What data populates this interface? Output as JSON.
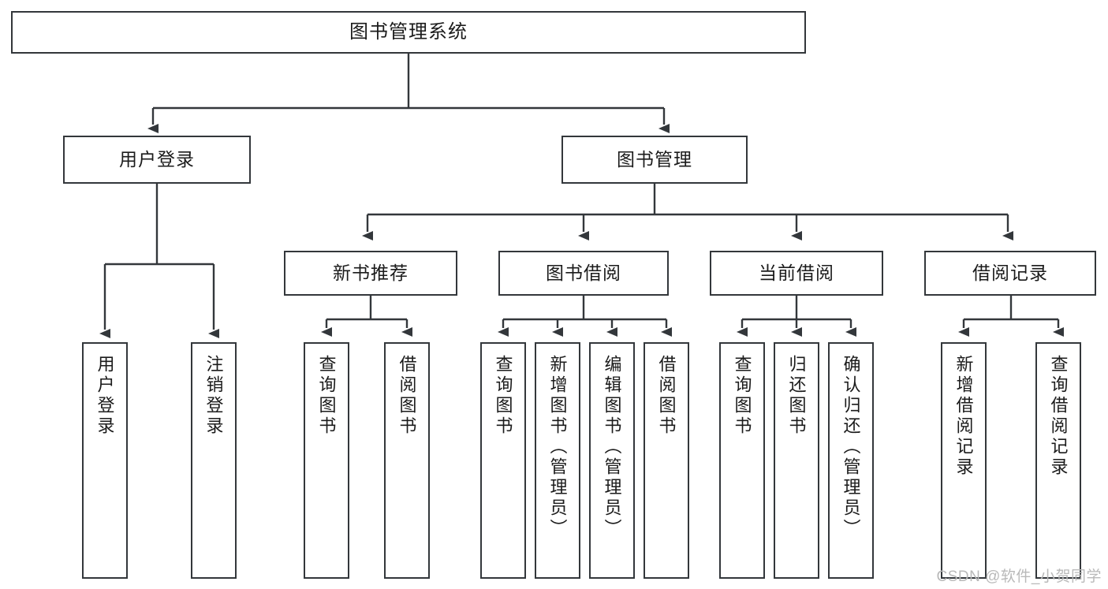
{
  "diagram": {
    "type": "tree",
    "title": "图书管理系统",
    "root": {
      "label": "图书管理系统"
    },
    "level2": [
      {
        "label": "用户登录"
      },
      {
        "label": "图书管理"
      }
    ],
    "level3": [
      {
        "label": "新书推荐"
      },
      {
        "label": "图书借阅"
      },
      {
        "label": "当前借阅"
      },
      {
        "label": "借阅记录"
      }
    ],
    "leaves": {
      "user_login": [
        {
          "label": "用户登录"
        },
        {
          "label": "注销登录"
        }
      ],
      "new_book_recommend": [
        {
          "label": "查询图书"
        },
        {
          "label": "借阅图书"
        }
      ],
      "book_borrow": [
        {
          "label": "查询图书"
        },
        {
          "label": "新增图书（管理员）"
        },
        {
          "label": "编辑图书（管理员）"
        },
        {
          "label": "借阅图书"
        }
      ],
      "current_borrow": [
        {
          "label": "查询图书"
        },
        {
          "label": "归还图书"
        },
        {
          "label": "确认归还（管理员）"
        }
      ],
      "borrow_record": [
        {
          "label": "新增借阅记录"
        },
        {
          "label": "查询借阅记录"
        }
      ]
    }
  },
  "watermark": {
    "text": "CSDN @软件_小贺同学"
  },
  "colors": {
    "stroke": "#33373b",
    "text": "#1b1b1b",
    "background": "#ffffff",
    "watermark": "#b9b9b9"
  }
}
